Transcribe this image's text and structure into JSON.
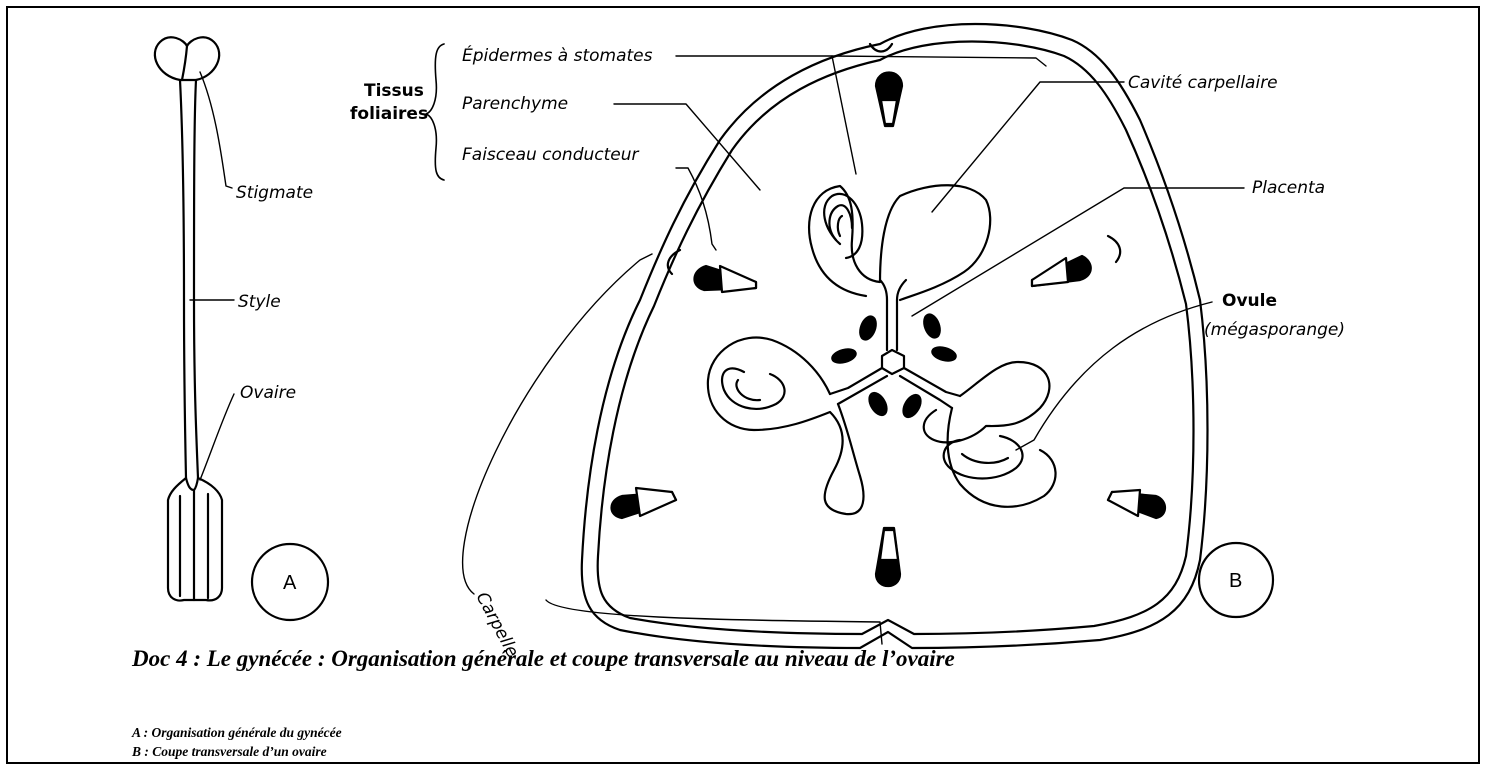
{
  "figure_a": {
    "letter": "A",
    "labels": {
      "stigmate": "Stigmate",
      "style": "Style",
      "ovaire": "Ovaire"
    }
  },
  "figure_b": {
    "letter": "B",
    "tissus_label_line1": "Tissus",
    "tissus_label_line2": "foliaires",
    "labels": {
      "epidermes": "Épidermes à stomates",
      "parenchyme": "Parenchyme",
      "faisceau": "Faisceau conducteur",
      "cavite": "Cavité carpellaire",
      "placenta": "Placenta",
      "ovule": "Ovule",
      "megasporange": "(mégasporange)",
      "carpelle": "Carpelle"
    }
  },
  "caption": {
    "title": "Doc 4 : Le gynécée : Organisation générale et coupe transversale au niveau de l’ovaire",
    "legend_a": "A : Organisation générale du gynécée",
    "legend_b": "B : Coupe transversale d’un ovaire"
  }
}
